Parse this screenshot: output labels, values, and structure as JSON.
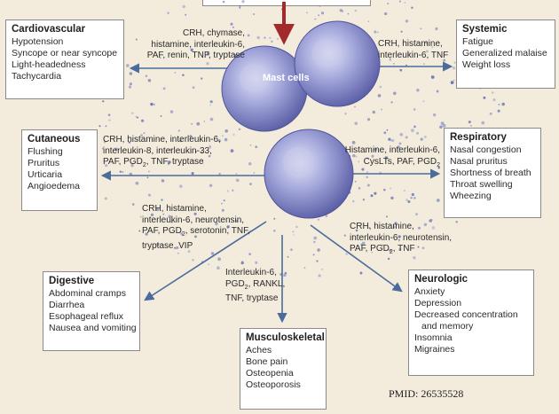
{
  "center_label": "Mast cells",
  "boxes": {
    "cardiovascular": {
      "title": "Cardiovascular",
      "items": [
        "Hypotension",
        "Syncope or near syncope",
        "Light-headedness",
        "Tachycardia"
      ]
    },
    "systemic": {
      "title": "Systemic",
      "items": [
        "Fatigue",
        "Generalized malaise",
        "Weight loss"
      ]
    },
    "cutaneous": {
      "title": "Cutaneous",
      "items": [
        "Flushing",
        "Pruritus",
        "Urticaria",
        "Angioedema"
      ]
    },
    "respiratory": {
      "title": "Respiratory",
      "items": [
        "Nasal congestion",
        "Nasal pruritus",
        "Shortness of breath",
        "Throat swelling",
        "Wheezing"
      ]
    },
    "digestive": {
      "title": "Digestive",
      "items": [
        "Abdominal cramps",
        "Diarrhea",
        "Esophageal reflux",
        "Nausea and vomiting"
      ]
    },
    "musculoskeletal": {
      "title": "Musculoskeletal",
      "items": [
        "Aches",
        "Bone pain",
        "Osteopenia",
        "Osteoporosis"
      ]
    },
    "neurologic": {
      "title": "Neurologic",
      "items": [
        "Anxiety",
        "Depression",
        "Decreased concentration",
        "and memory",
        "Insomnia",
        "Migraines"
      ]
    }
  },
  "mediators": {
    "cardiovascular": [
      "CRH, chymase,",
      "histamine, interleukin-6,",
      "PAF, renin, TNF, tryptase"
    ],
    "systemic": [
      "CRH, histamine,",
      "interleukin-6, TNF"
    ],
    "cutaneous": [
      "CRH, histamine, interleukin-6,",
      "interleukin-8, interleukin-33,",
      "PAF, PGD2, TNF, tryptase"
    ],
    "respiratory": [
      "Histamine, interleukin-6,",
      "CysLTs, PAF, PGD2"
    ],
    "digestive": [
      "CRH, histamine,",
      "interleukin-6, neurotensin,",
      "PAF, PGD2, serotonin, TNF,",
      "tryptase, VIP"
    ],
    "musculoskeletal": [
      "Interleukin-6,",
      "PGD2, RANKL,",
      "TNF, tryptase"
    ],
    "neurologic": [
      "CRH, histamine,",
      "interleukin-6, neurotensin,",
      "PAF, PGD2, TNF"
    ]
  },
  "footer": {
    "pmid": "PMID: 26535528"
  },
  "colors": {
    "background": "#f3ecdd",
    "arrow": "#4a6c9c",
    "top_arrow": "#a32a2a",
    "cell": "#7b7fbf"
  }
}
